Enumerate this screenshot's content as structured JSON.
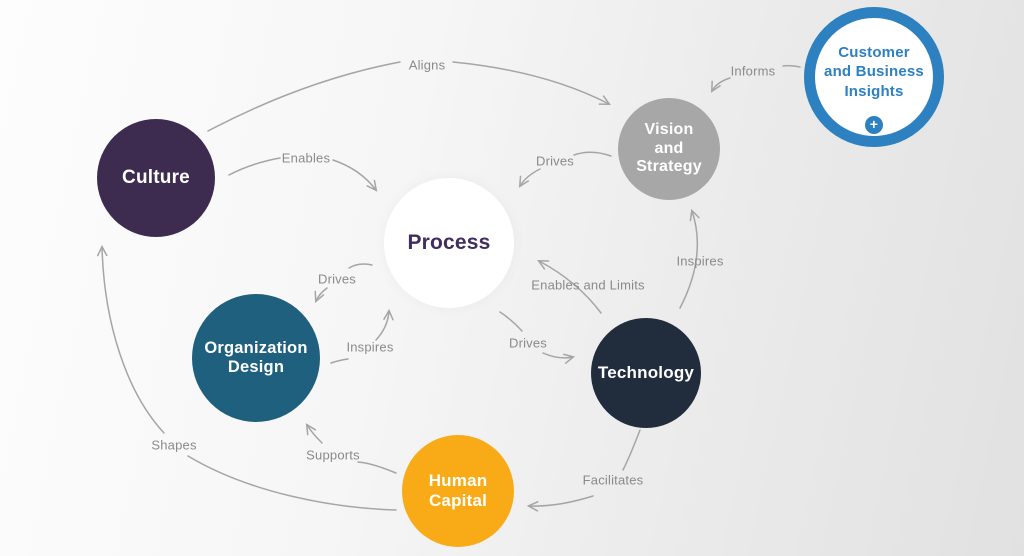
{
  "background": {
    "gradient_from": "#fdfdfd",
    "gradient_to": "#e1e1e1"
  },
  "arrow_color": "#a5a5a5",
  "edge_label_color": "#8a8a8a",
  "nodes": {
    "culture": {
      "label": "Culture",
      "color": "#3d2b50",
      "text_color": "#ffffff"
    },
    "process": {
      "label": "Process",
      "color": "#ffffff",
      "text_color": "#3f2e5f"
    },
    "vision_strategy": {
      "label": "Vision\nand\nStrategy",
      "color": "#a7a7a7",
      "text_color": "#ffffff"
    },
    "organization_design": {
      "label": "Organization\nDesign",
      "color": "#20607f",
      "text_color": "#ffffff"
    },
    "technology": {
      "label": "Technology",
      "color": "#212c3d",
      "text_color": "#ffffff"
    },
    "human_capital": {
      "label": "Human\nCapital",
      "color": "#f9ab17",
      "text_color": "#ffffff"
    },
    "customer_insights": {
      "label": "Customer\nand Business\nInsights",
      "ring_color": "#2e81c1",
      "fill_color": "#ffffff",
      "text_color": "#2e81c1",
      "plus_icon": "+"
    }
  },
  "edges": {
    "aligns": {
      "label": "Aligns",
      "from": "culture",
      "to": "vision_strategy"
    },
    "enables": {
      "label": "Enables",
      "from": "culture",
      "to": "process"
    },
    "informs": {
      "label": "Informs",
      "from": "customer_insights",
      "to": "vision_strategy"
    },
    "drives_vision_process": {
      "label": "Drives",
      "from": "vision_strategy",
      "to": "process"
    },
    "drives_process_orgdesign": {
      "label": "Drives",
      "from": "process",
      "to": "organization_design"
    },
    "inspires_orgdesign_process": {
      "label": "Inspires",
      "from": "organization_design",
      "to": "process"
    },
    "drives_process_technology": {
      "label": "Drives",
      "from": "process",
      "to": "technology"
    },
    "enables_and_limits": {
      "label": "Enables and Limits",
      "from": "technology",
      "to": "process"
    },
    "inspires_technology_vision": {
      "label": "Inspires",
      "from": "technology",
      "to": "vision_strategy"
    },
    "supports": {
      "label": "Supports",
      "from": "human_capital",
      "to": "organization_design"
    },
    "shapes": {
      "label": "Shapes",
      "from": "human_capital",
      "to": "culture"
    },
    "facilitates": {
      "label": "Facilitates",
      "from": "technology",
      "to": "human_capital"
    }
  }
}
